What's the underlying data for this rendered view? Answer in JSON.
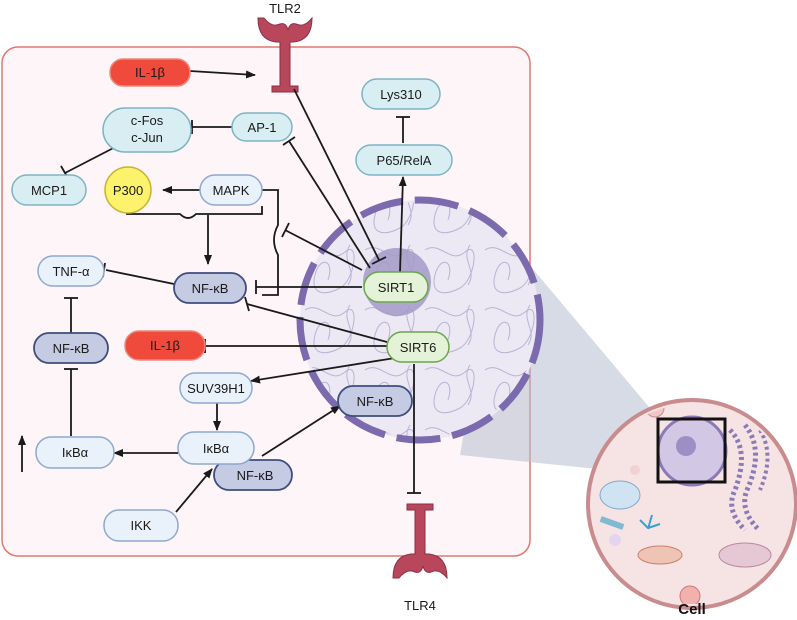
{
  "receptors": {
    "tlr2": "TLR2",
    "tlr4": "TLR4"
  },
  "nodes": {
    "il1b_top": "IL-1β",
    "cfos": "c-Fos",
    "cjun": "c-Jun",
    "ap1": "AP-1",
    "lys310": "Lys310",
    "p65": "P65/RelA",
    "mcp1": "MCP1",
    "p300": "P300",
    "mapk": "MAPK",
    "tnfa": "TNF-α",
    "nfkb_mid": "NF-κB",
    "sirt1": "SIRT1",
    "nfkb_left": "NF-κB",
    "il1b_mid": "IL-1β",
    "sirt6": "SIRT6",
    "suv39h1": "SUV39H1",
    "nfkb_nuc": "NF-κB",
    "ikba_left": "IκBα",
    "ikba_mid": "IκBα",
    "nfkb_low": "NF-κB",
    "ikk": "IKK"
  },
  "cell_label": "Cell",
  "colors": {
    "red_fill": "#f04a3c",
    "yellow_fill": "#fdf26b",
    "light_blue_fill": "#d9eef3",
    "pale_blue_fill": "#e9f1fa",
    "navy_fill": "#c5cbe2",
    "green_fill": "#e4f3d8",
    "receptor": "#b8475c",
    "nucleus": "#7b6aae"
  }
}
